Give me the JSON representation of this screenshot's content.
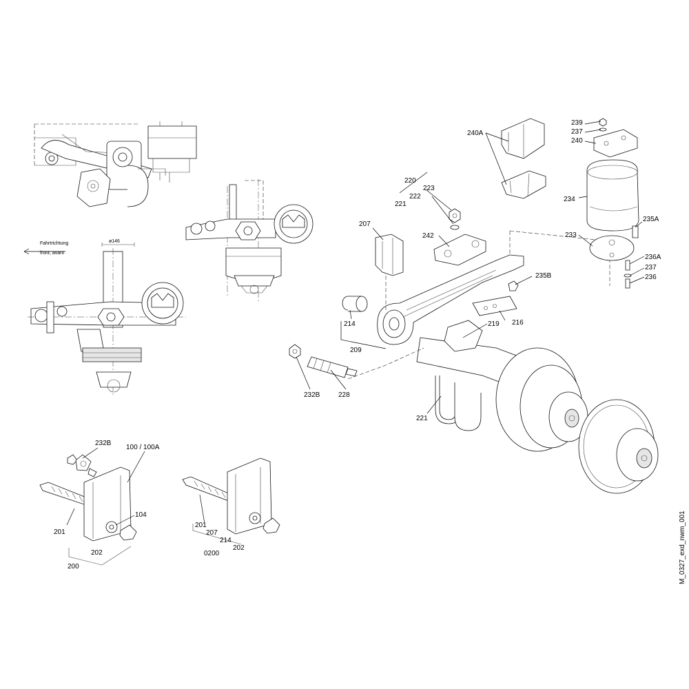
{
  "drawing_id": "M_0327_exd_nwm_001",
  "direction_note": [
    "Fahrtrichtung",
    "front, avant"
  ],
  "dimension": "ø146",
  "labels": {
    "l200": "200",
    "l201a": "201",
    "l202a": "202",
    "l104": "104",
    "l100": "100 / 100A",
    "l232b_a": "232B",
    "l0200": "0200",
    "l201b": "201",
    "l207b": "207",
    "l214b": "214",
    "l202b": "202",
    "l207": "207",
    "l214": "214",
    "l209": "209",
    "l232b": "232B",
    "l228": "228",
    "l220": "220",
    "l221a": "221",
    "l222": "222",
    "l223": "223",
    "l242": "242",
    "l216": "216",
    "l219": "219",
    "l221": "221",
    "l235b": "235B",
    "l240a": "240A",
    "l239": "239",
    "l237a": "237",
    "l240": "240",
    "l234": "234",
    "l233": "233",
    "l235a": "235A",
    "l236a": "236A",
    "l237b": "237",
    "l236": "236"
  }
}
